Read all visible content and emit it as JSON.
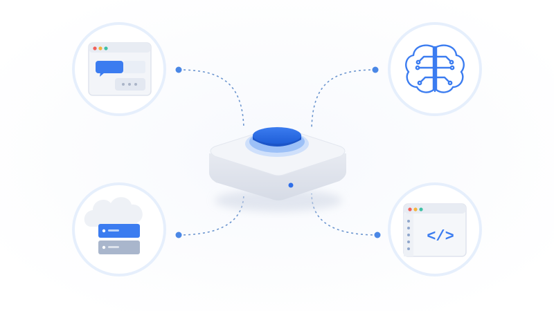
{
  "diagram": {
    "center": "smart-hub-device",
    "nodes": [
      {
        "id": "chat-window",
        "icon": "chat-window-icon"
      },
      {
        "id": "ai-brain",
        "icon": "brain-circuit-icon"
      },
      {
        "id": "cloud-servers",
        "icon": "cloud-server-icon"
      },
      {
        "id": "code-window",
        "icon": "code-window-icon"
      }
    ],
    "code_symbol": "</>"
  },
  "colors": {
    "accent": "#2f6ee8",
    "accent_light": "#7fb0f5",
    "circle_ring": "#e6effc",
    "connector": "#6b95cf",
    "device_top": "#f2f4f8",
    "device_side": "#dfe3ec"
  }
}
